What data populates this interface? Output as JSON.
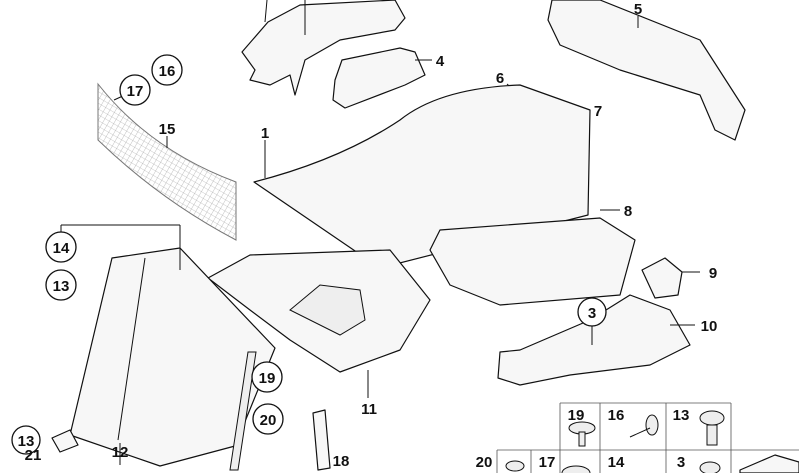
{
  "diagram": {
    "title": "Luggage compartment trim parts",
    "callouts": {
      "c1": "1",
      "c3": "3",
      "c4": "4",
      "c5": "5",
      "c6": "6",
      "c7": "7",
      "c8": "8",
      "c9": "9",
      "c10": "10",
      "c11": "11",
      "c12": "12",
      "c13a": "13",
      "c13b": "13",
      "c14": "14",
      "c15": "15",
      "c16": "16",
      "c17": "17",
      "c18": "18",
      "c19": "19",
      "c20": "20",
      "c21": "21"
    },
    "legend": {
      "row1": [
        "19",
        "16",
        "13"
      ],
      "row2": [
        "20",
        "17",
        "14",
        "3"
      ]
    }
  }
}
